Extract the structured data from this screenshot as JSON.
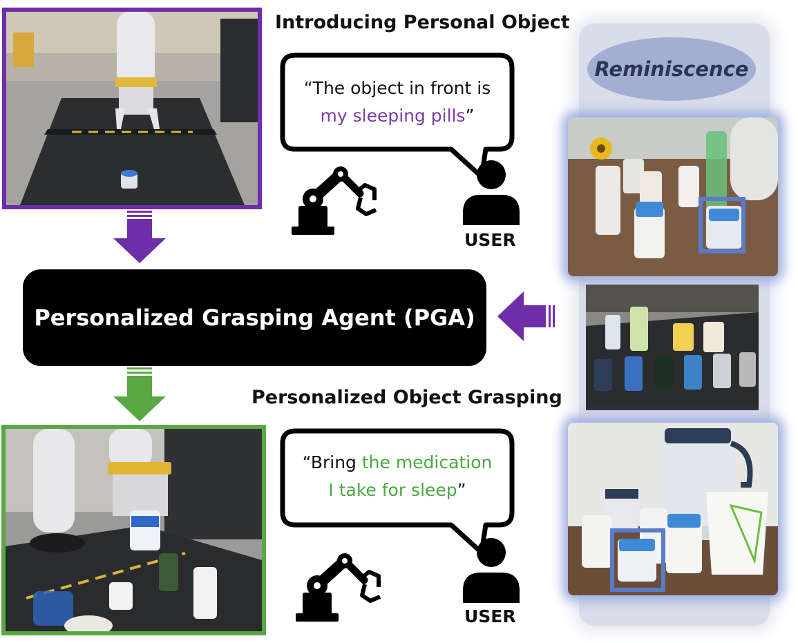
{
  "headings": {
    "introducing": "Introducing Personal Object",
    "grasping": "Personalized Object Grasping",
    "reminiscence": "Reminiscence"
  },
  "agent": {
    "label": "Personalized Grasping Agent (PGA)"
  },
  "bubble_top": {
    "prefix": "“The object in front is",
    "highlight": "my sleeping pills",
    "suffix": "”",
    "highlight_color": "#7b3aa8"
  },
  "bubble_bottom": {
    "prefix": "“Bring ",
    "highlight_line1": "the medication",
    "highlight_line2": "I take for sleep",
    "suffix": "”",
    "highlight_color": "#4aa83f"
  },
  "user_top": {
    "label": "USER"
  },
  "user_bottom": {
    "label": "USER"
  },
  "colors": {
    "purple": "#6f2da8",
    "green": "#5aa845",
    "memory_panel": "#d7dbe8",
    "highlight_box": "#5b7bc9"
  },
  "icons": [
    "robot-arm-icon",
    "user-icon",
    "arrow-down-icon",
    "arrow-left-icon"
  ]
}
